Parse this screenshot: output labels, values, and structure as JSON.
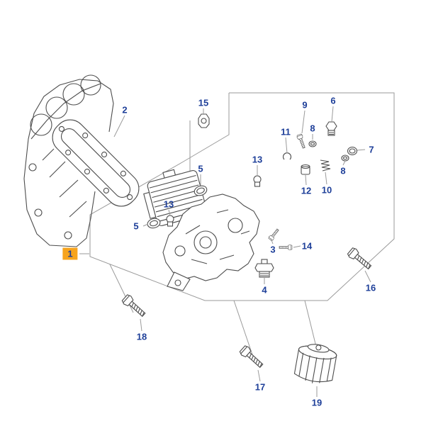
{
  "page": {
    "type": "exploded-parts-diagram",
    "background": "#ffffff"
  },
  "colors": {
    "label_text": "#1e3f99",
    "highlight_bg": "#f7a41d",
    "leader_line": "#9a9a9a",
    "part_line": "#4d4d4d"
  },
  "callouts": [
    {
      "text": "1",
      "selected": true
    },
    {
      "text": "2"
    },
    {
      "text": "3"
    },
    {
      "text": "4"
    },
    {
      "text": "5"
    },
    {
      "text": "5"
    },
    {
      "text": "6"
    },
    {
      "text": "7"
    },
    {
      "text": "8"
    },
    {
      "text": "8"
    },
    {
      "text": "9"
    },
    {
      "text": "10"
    },
    {
      "text": "11"
    },
    {
      "text": "12"
    },
    {
      "text": "13"
    },
    {
      "text": "13"
    },
    {
      "text": "14"
    },
    {
      "text": "15"
    },
    {
      "text": "16"
    },
    {
      "text": "17"
    },
    {
      "text": "18"
    },
    {
      "text": "19"
    }
  ]
}
